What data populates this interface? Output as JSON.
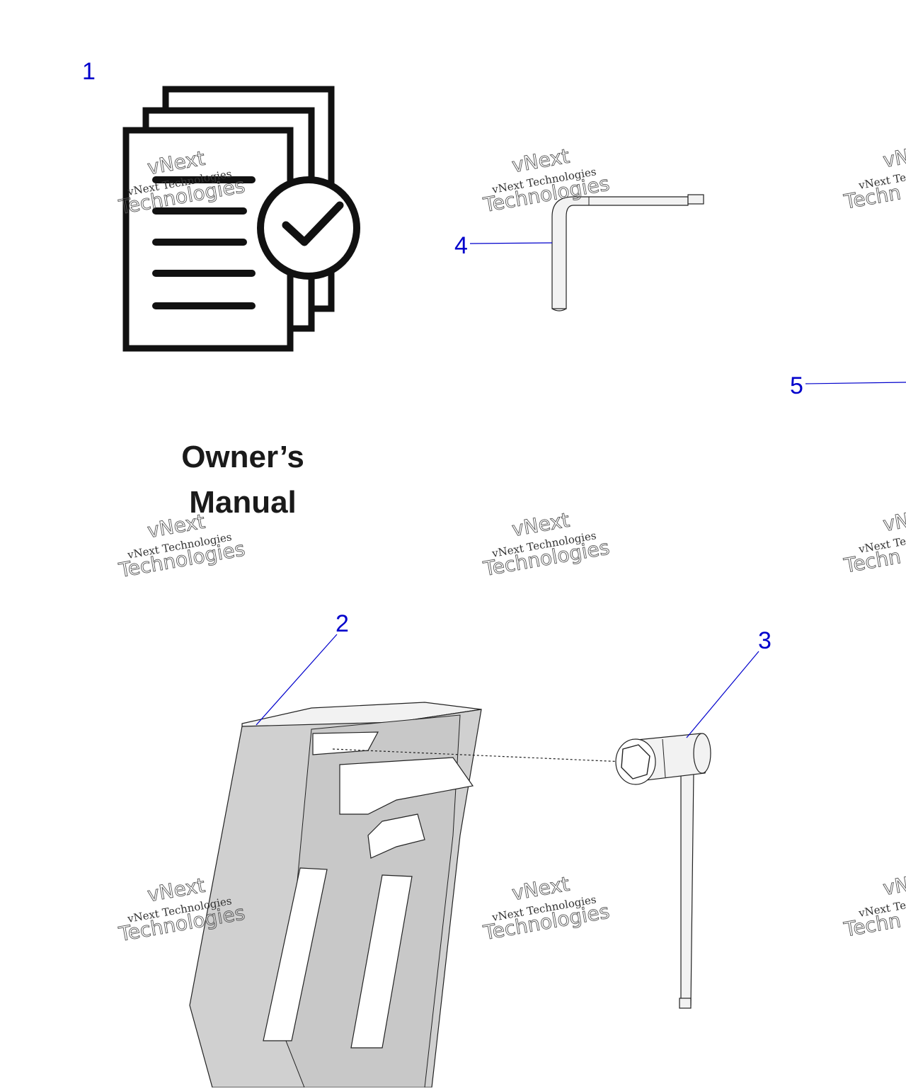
{
  "manual": {
    "title_line1": "Owner’s",
    "title_line2": "Manual"
  },
  "callouts": {
    "c1": "1",
    "c2": "2",
    "c3": "3",
    "c4": "4",
    "c5": "5"
  },
  "watermark": {
    "brand_top": "vNext",
    "brand_small": "vNext Technologies",
    "brand_big": "Technologies",
    "brand_small_cut": "vNext Te",
    "brand_big_cut": "Techn"
  },
  "colors": {
    "callout": "#0000cc",
    "ink": "#1a1a1a",
    "part_fill": "#d0d0d0"
  },
  "icons": [
    "document-stack-icon",
    "checkmark-circle-icon"
  ]
}
